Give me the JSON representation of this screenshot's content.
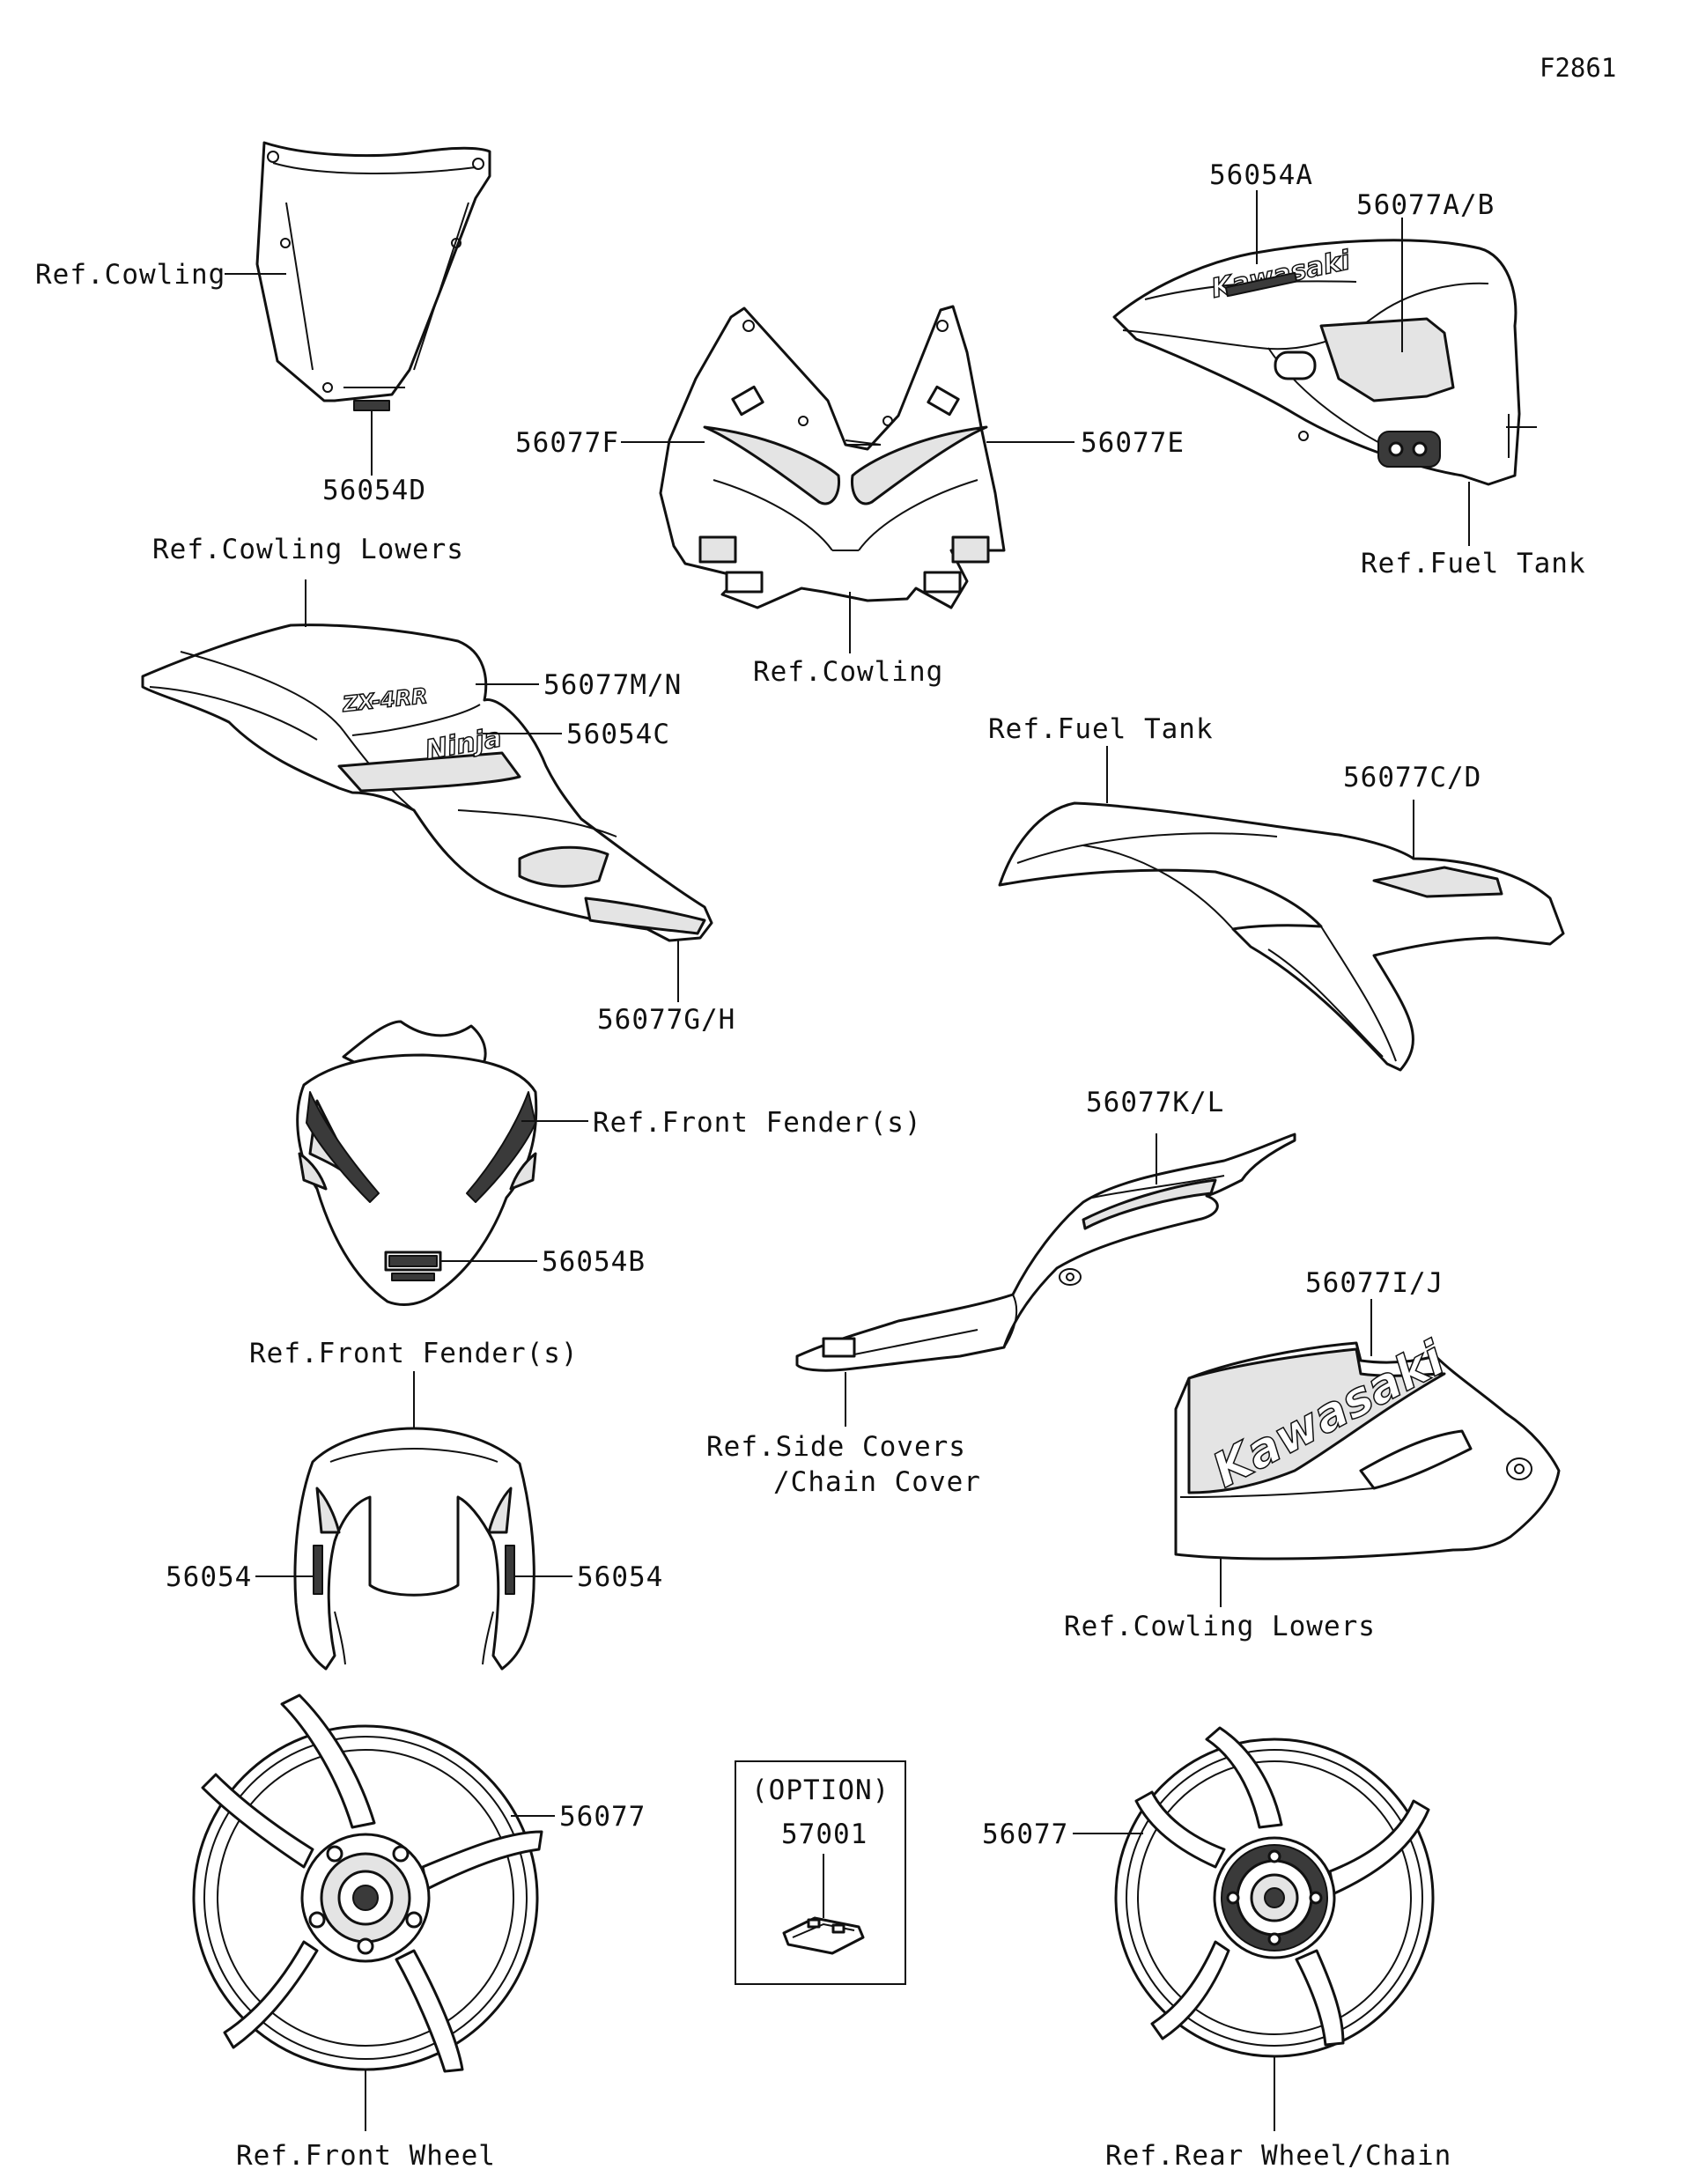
{
  "figure_id": "F2861",
  "labels": {
    "windscreen_ref": "Ref.Cowling",
    "windscreen_part": "56054D",
    "cowl_upper_left": "56077F",
    "cowl_upper_right": "56077E",
    "cowl_upper_ref": "Ref.Cowling",
    "tank_part_a": "56054A",
    "tank_part_b": "56077A/B",
    "tank_ref": "Ref.Fuel Tank",
    "lower_left_ref": "Ref.Cowling Lowers",
    "lower_left_part_mn": "56077M/N",
    "lower_left_part_c": "56054C",
    "lower_left_part_gh": "56077G/H",
    "tank_side_ref": "Ref.Fuel Tank",
    "tank_side_part": "56077C/D",
    "fender_top_ref": "Ref.Front Fender(s)",
    "fender_top_part": "56054B",
    "side_cover_part": "56077K/L",
    "side_cover_ref_1": "Ref.Side Covers",
    "side_cover_ref_2": "/Chain Cover",
    "lower_right_part": "56077I/J",
    "lower_right_ref": "Ref.Cowling Lowers",
    "fender_front_ref": "Ref.Front Fender(s)",
    "fender_front_left": "56054",
    "fender_front_right": "56054",
    "front_wheel_part": "56077",
    "front_wheel_ref": "Ref.Front Wheel",
    "option_title": "(OPTION)",
    "option_part": "57001",
    "rear_wheel_part": "56077",
    "rear_wheel_ref": "Ref.Rear Wheel/Chain"
  },
  "logos": {
    "ninja_script": "Ninja",
    "brand": "Kawasaki",
    "model": "ZX-4RR"
  }
}
